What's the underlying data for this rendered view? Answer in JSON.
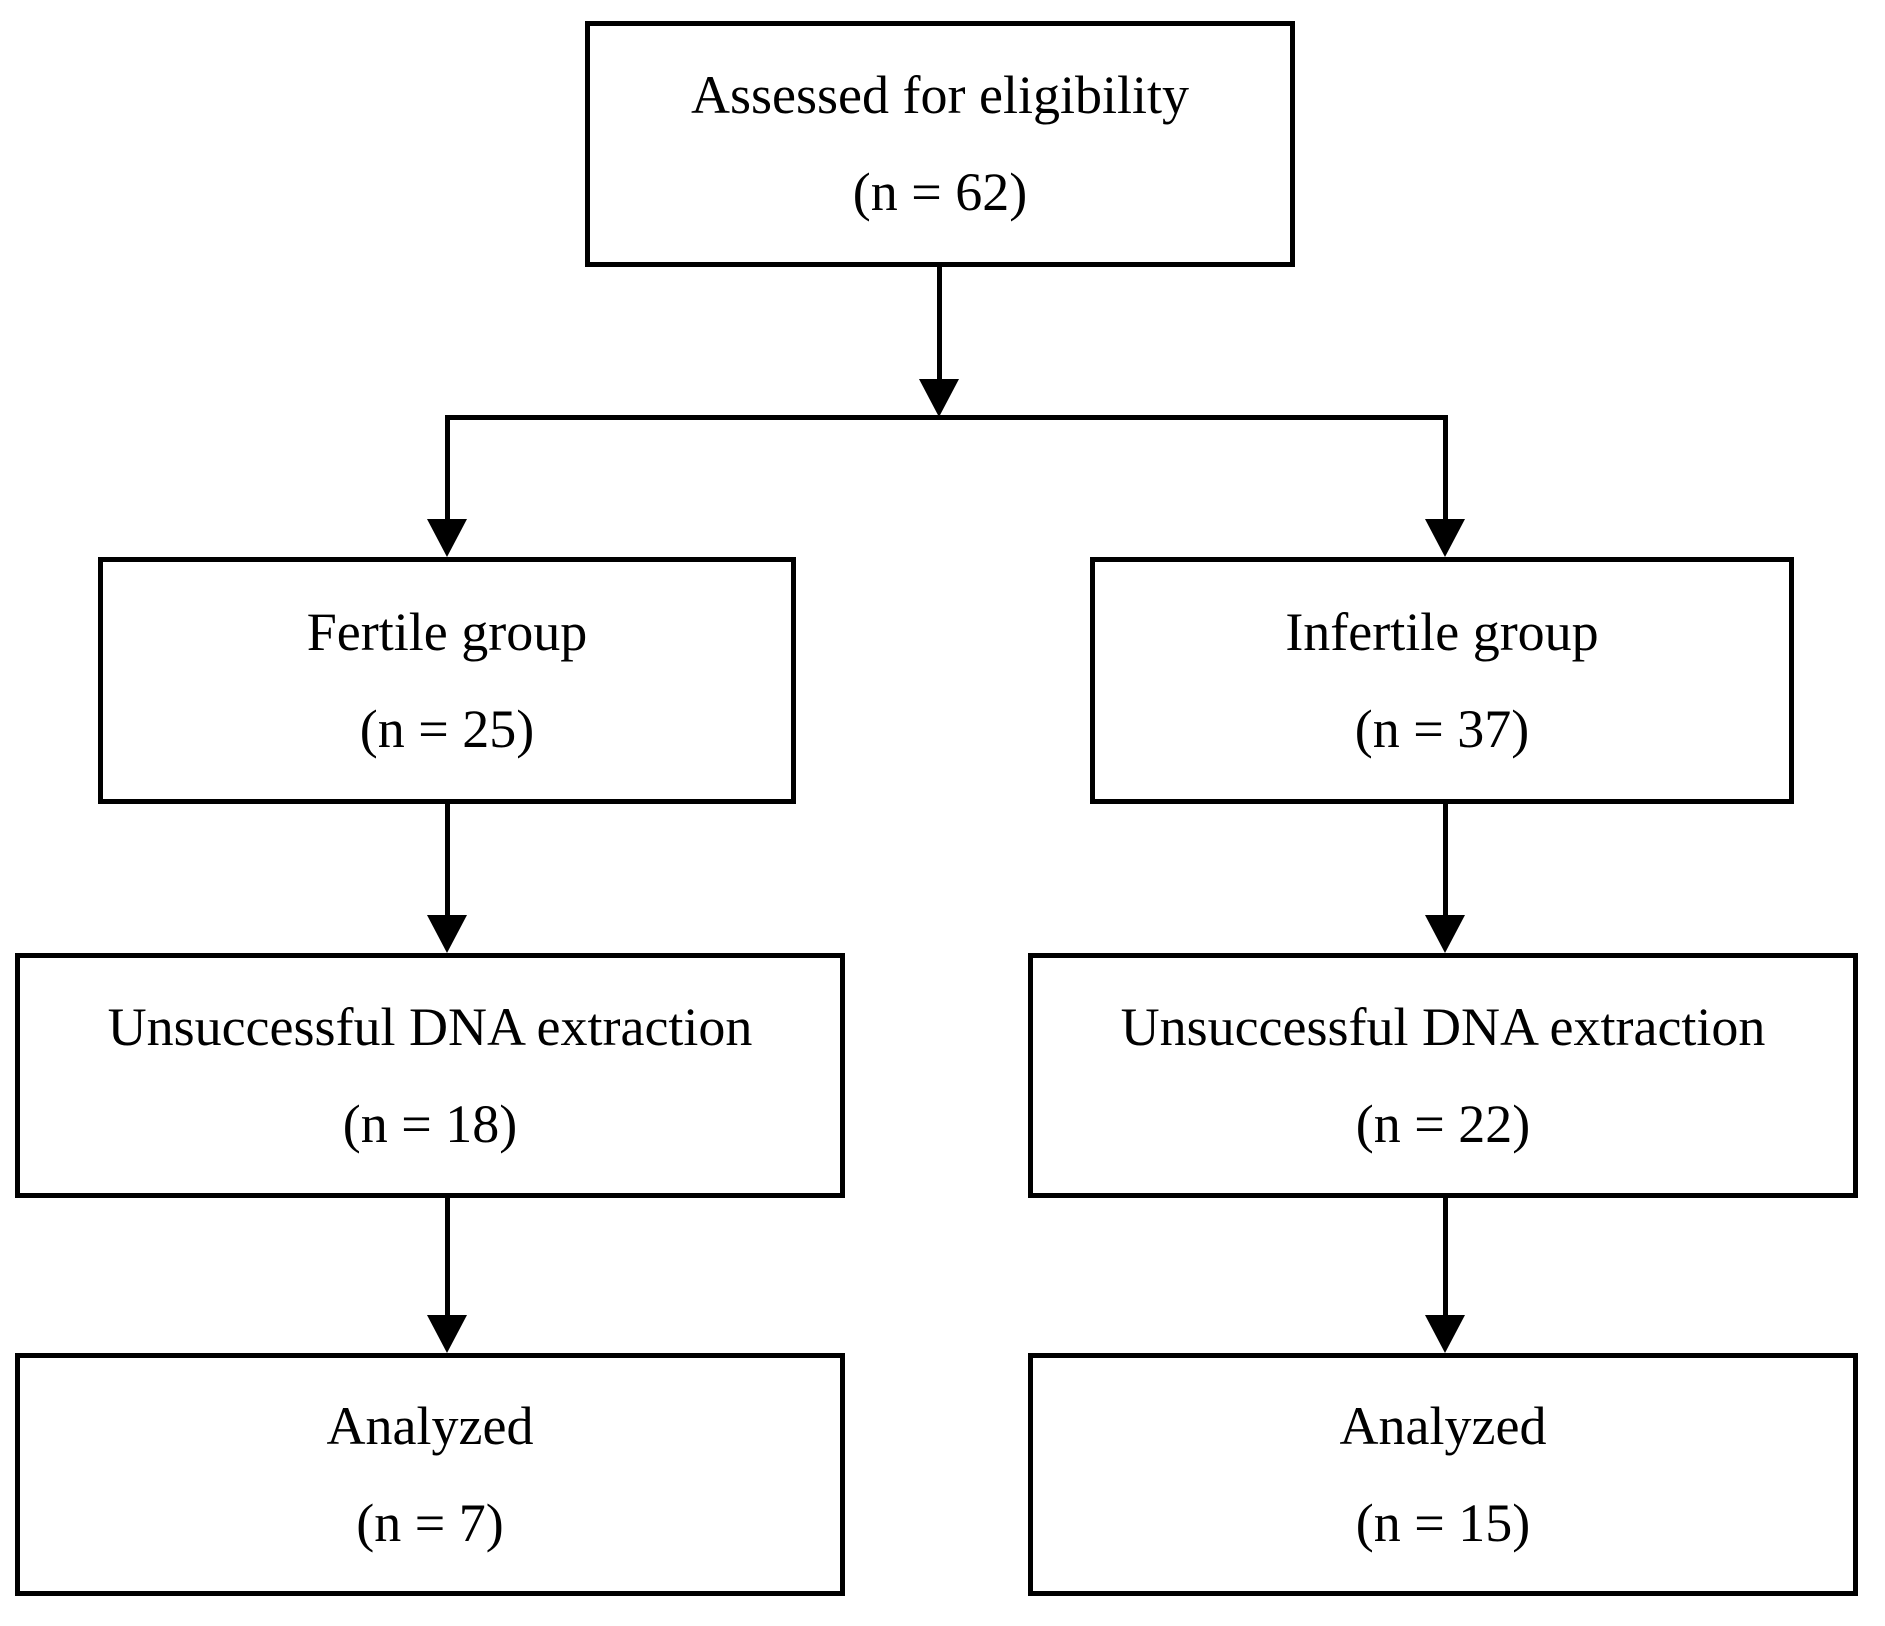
{
  "diagram": {
    "type": "flowchart",
    "colors": {
      "line": "#000000",
      "text": "#000000",
      "background": "#ffffff"
    },
    "boxes": {
      "eligibility": {
        "label": "Assessed for eligibility",
        "count": "(n = 62)"
      },
      "fertile": {
        "label": "Fertile group",
        "count": "(n = 25)"
      },
      "infertile": {
        "label": "Infertile group",
        "count": "(n = 37)"
      },
      "fertile_dna": {
        "label": "Unsuccessful DNA extraction",
        "count": "(n = 18)"
      },
      "infertile_dna": {
        "label": "Unsuccessful DNA extraction",
        "count": "(n = 22)"
      },
      "fertile_analyzed": {
        "label": "Analyzed",
        "count": "(n = 7)"
      },
      "infertile_analyzed": {
        "label": "Analyzed",
        "count": "(n = 15)"
      }
    }
  }
}
